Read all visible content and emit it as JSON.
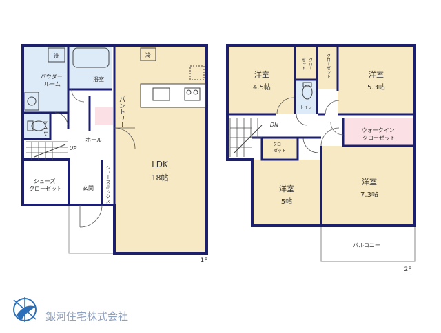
{
  "floor1": {
    "rooms": {
      "powder_room": "パウダー\nルーム",
      "bath": "浴室",
      "toilet": "トイレ",
      "hall": "ホール",
      "shoes_closet": "シューズ\nクローゼット",
      "entrance": "玄関",
      "shoes_box": "シューズボックス",
      "pantry": "パントリー",
      "ldk": "LDK",
      "ldk_size": "18帖",
      "washer": "洗",
      "fridge": "冷"
    },
    "up_label": "UP",
    "floor_label": "1F"
  },
  "floor2": {
    "rooms": {
      "western_a": "洋室",
      "western_a_size": "4.5帖",
      "western_b": "洋室",
      "western_b_size": "5.3帖",
      "western_c": "洋室",
      "western_c_size": "5帖",
      "western_d": "洋室",
      "western_d_size": "7.3帖",
      "closet_a": "クロー\nゼット",
      "closet_b": "クローゼット",
      "closet_c": "クロー\nゼット",
      "walk_in": "ウォークイン\nクローゼット",
      "toilet": "トイレ",
      "balcony": "バルコニー"
    },
    "dn_label": "DN",
    "floor_label": "2F"
  },
  "company": {
    "name": "銀河住宅株式会社",
    "logo": "compass-star-logo"
  },
  "colors": {
    "room_fill": "#f6e9c4",
    "wet_fill": "#ddeaf7",
    "walkin_fill": "#fbe1e6",
    "wall": "#1c1f6e",
    "logo": "#2a6fb8"
  }
}
